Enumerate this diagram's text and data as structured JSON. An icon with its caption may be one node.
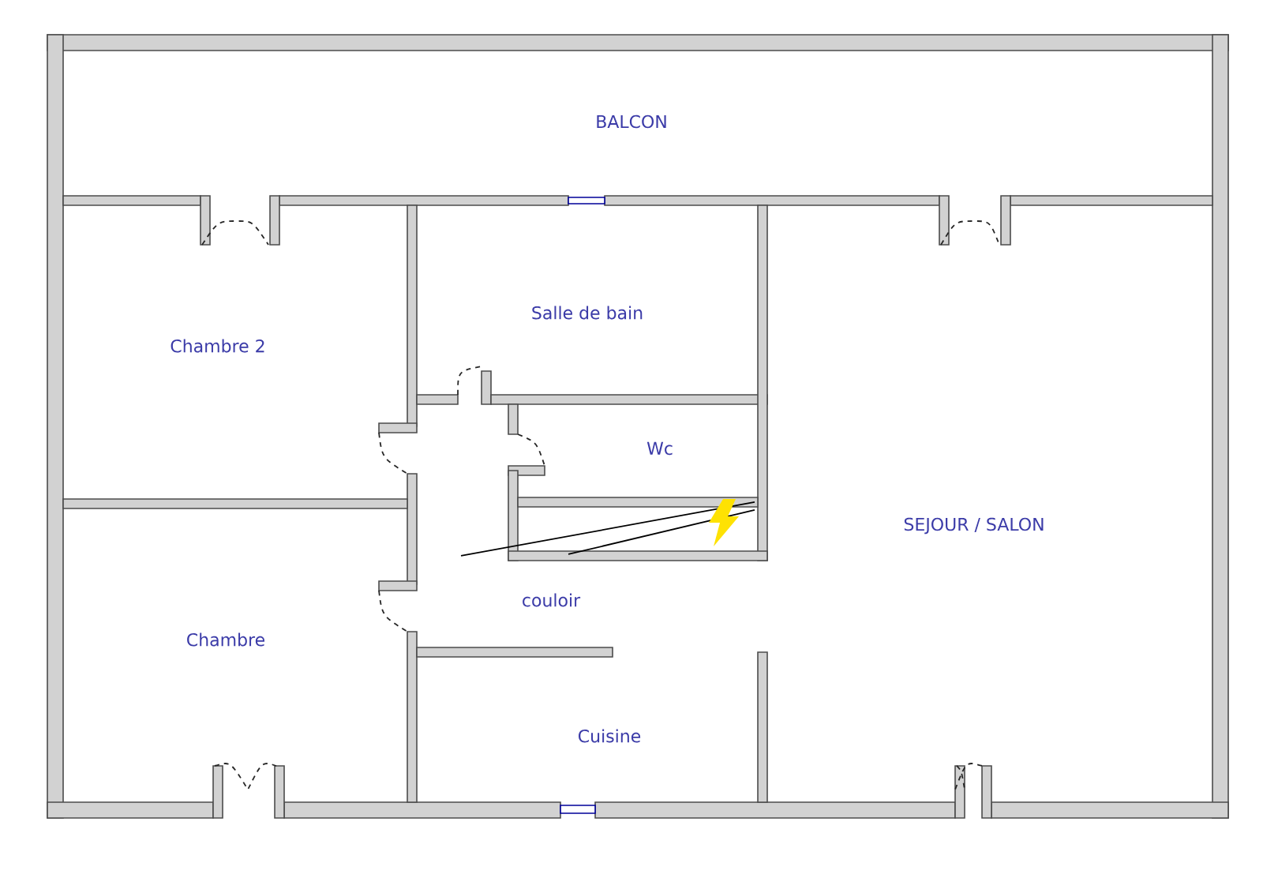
{
  "diagram": {
    "labels": [
      "BALCON",
      "Chambre 2",
      "Salle de bain",
      "Wc",
      "SEJOUR / SALON",
      "couloir",
      "Chambre",
      "Cuisine"
    ]
  }
}
